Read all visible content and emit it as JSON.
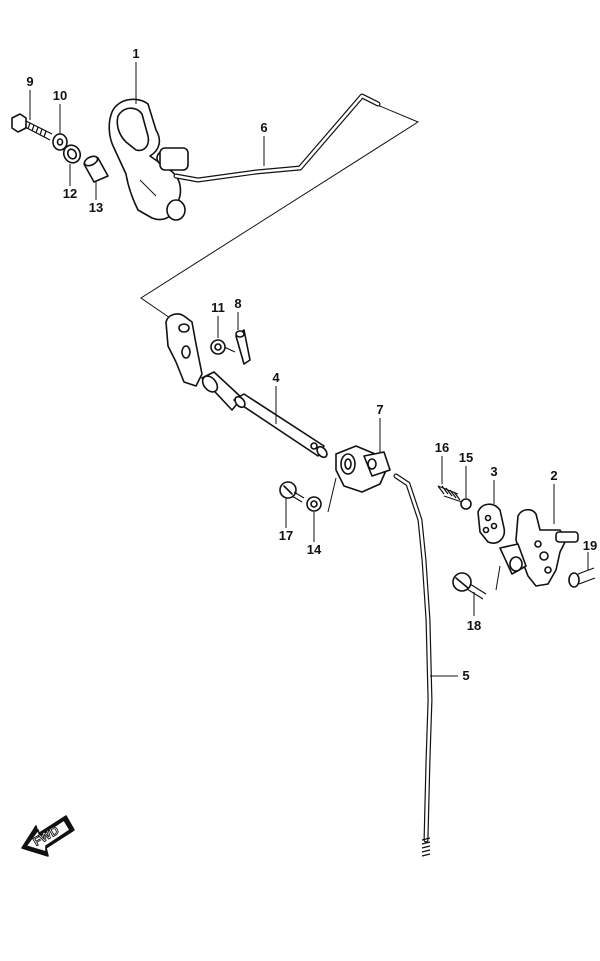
{
  "diagram": {
    "fwd_label": "FWD",
    "callouts": {
      "p1": "1",
      "p2": "2",
      "p3": "3",
      "p4": "4",
      "p5": "5",
      "p6": "6",
      "p7": "7",
      "p8": "8",
      "p9": "9",
      "p10": "10",
      "p11": "11",
      "p12": "12",
      "p13": "13",
      "p14": "14",
      "p15": "15",
      "p16": "16",
      "p17": "17",
      "p18": "18",
      "p19": "19"
    }
  }
}
